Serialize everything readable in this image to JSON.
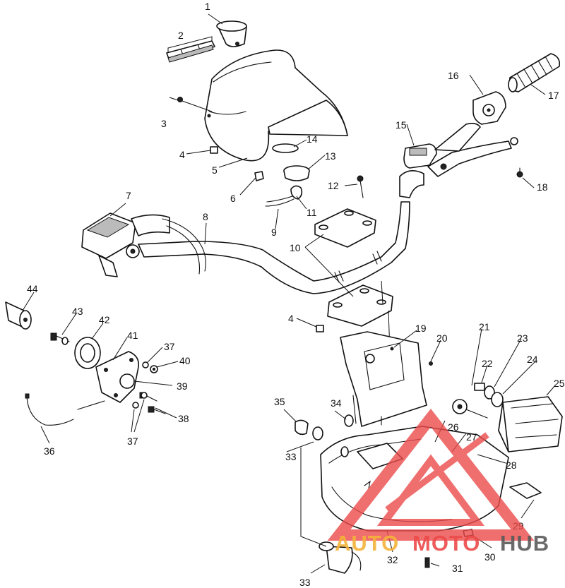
{
  "callouts": [
    {
      "id": "c1",
      "text": "1"
    },
    {
      "id": "c2",
      "text": "2"
    },
    {
      "id": "c3",
      "text": "3"
    },
    {
      "id": "c4a",
      "text": "4"
    },
    {
      "id": "c4b",
      "text": "4"
    },
    {
      "id": "c5",
      "text": "5"
    },
    {
      "id": "c6",
      "text": "6"
    },
    {
      "id": "c7",
      "text": "7"
    },
    {
      "id": "c8",
      "text": "8"
    },
    {
      "id": "c9",
      "text": "9"
    },
    {
      "id": "c10",
      "text": "10"
    },
    {
      "id": "c11",
      "text": "11"
    },
    {
      "id": "c12",
      "text": "12"
    },
    {
      "id": "c13",
      "text": "13"
    },
    {
      "id": "c14",
      "text": "14"
    },
    {
      "id": "c15",
      "text": "15"
    },
    {
      "id": "c16",
      "text": "16"
    },
    {
      "id": "c17",
      "text": "17"
    },
    {
      "id": "c18",
      "text": "18"
    },
    {
      "id": "c19",
      "text": "19"
    },
    {
      "id": "c20",
      "text": "20"
    },
    {
      "id": "c21",
      "text": "21"
    },
    {
      "id": "c22",
      "text": "22"
    },
    {
      "id": "c23",
      "text": "23"
    },
    {
      "id": "c24",
      "text": "24"
    },
    {
      "id": "c25",
      "text": "25"
    },
    {
      "id": "c26",
      "text": "26"
    },
    {
      "id": "c27",
      "text": "27"
    },
    {
      "id": "c28",
      "text": "28"
    },
    {
      "id": "c29",
      "text": "29"
    },
    {
      "id": "c30",
      "text": "30"
    },
    {
      "id": "c31",
      "text": "31"
    },
    {
      "id": "c32",
      "text": "32"
    },
    {
      "id": "c33a",
      "text": "33"
    },
    {
      "id": "c33b",
      "text": "33"
    },
    {
      "id": "c34",
      "text": "34"
    },
    {
      "id": "c35",
      "text": "35"
    },
    {
      "id": "c36",
      "text": "36"
    },
    {
      "id": "c37a",
      "text": "37"
    },
    {
      "id": "c37b",
      "text": "37"
    },
    {
      "id": "c38",
      "text": "38"
    },
    {
      "id": "c39",
      "text": "39"
    },
    {
      "id": "c40",
      "text": "40"
    },
    {
      "id": "c41",
      "text": "41"
    },
    {
      "id": "c42",
      "text": "42"
    },
    {
      "id": "c43",
      "text": "43"
    },
    {
      "id": "c44",
      "text": "44"
    }
  ],
  "watermark": {
    "part1": "AUTO",
    "part2": "MOTO",
    "part3": "HUB",
    "color_red": "#ec4a4a",
    "color_gold": "#f5b33a",
    "color_gray": "#5a5a5a"
  }
}
